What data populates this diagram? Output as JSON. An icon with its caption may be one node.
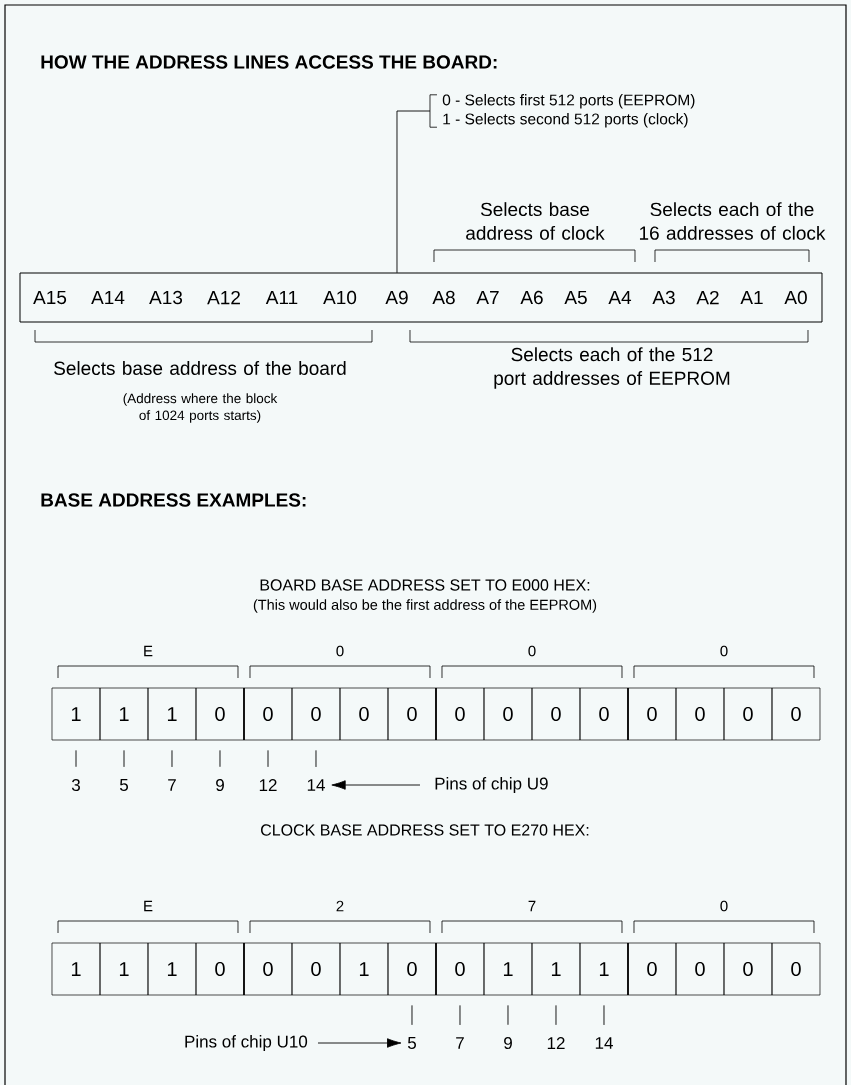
{
  "diagram": {
    "title": "HOW THE ADDRESS LINES ACCESS THE BOARD:",
    "nodes": [
      {
        "text": [
          "0 - Selects first 512 ports (EEPROM)",
          "1 - Selects second 512 ports (clock)"
        ]
      },
      {
        "text": [],
        "shape": "box"
      },
      {
        "text": [
          "A15"
        ],
        "in": 1
      },
      {
        "text": [
          "A14"
        ],
        "in": 1
      },
      {
        "text": [
          "A13"
        ],
        "in": 1
      },
      {
        "text": [
          "A12"
        ],
        "in": 1
      },
      {
        "text": [
          "A11"
        ],
        "in": 1
      },
      {
        "text": [
          "A10"
        ],
        "in": 1
      },
      {
        "text": [
          "A9"
        ],
        "in": 1
      },
      {
        "text": [
          "A8"
        ],
        "in": 1
      },
      {
        "text": [
          "A7"
        ],
        "in": 1
      },
      {
        "text": [
          "A6"
        ],
        "in": 1
      },
      {
        "text": [
          "A5"
        ],
        "in": 1
      },
      {
        "text": [
          "A4"
        ],
        "in": 1
      },
      {
        "text": [
          "A3"
        ],
        "in": 1
      },
      {
        "text": [
          "A2"
        ],
        "in": 1
      },
      {
        "text": [
          "A1"
        ],
        "in": 1
      },
      {
        "text": [
          "A0"
        ],
        "in": 1
      },
      {
        "text": [
          "1"
        ]
      },
      {
        "text": [
          "1"
        ]
      },
      {
        "text": [
          "1"
        ]
      },
      {
        "text": [
          "0"
        ]
      },
      {
        "text": [
          "0"
        ]
      },
      {
        "text": [
          "0"
        ]
      },
      {
        "text": [
          "0"
        ]
      },
      {
        "text": [
          "0"
        ]
      },
      {
        "text": [
          "0"
        ]
      },
      {
        "text": [
          "0"
        ]
      },
      {
        "text": [
          "0"
        ]
      },
      {
        "text": [
          "0"
        ]
      },
      {
        "text": [
          "0"
        ]
      },
      {
        "text": [
          "0"
        ]
      },
      {
        "text": [
          "0"
        ]
      },
      {
        "text": [
          "0"
        ]
      },
      {
        "text": [
          "3"
        ]
      },
      {
        "text": [
          "5"
        ]
      },
      {
        "text": [
          "7"
        ]
      },
      {
        "text": [
          "9"
        ]
      },
      {
        "text": [
          "12"
        ]
      },
      {
        "text": [
          "14"
        ]
      },
      {
        "text": [
          "Pins of chip U9"
        ]
      },
      {
        "text": [
          "1"
        ]
      },
      {
        "text": [
          "1"
        ]
      },
      {
        "text": [
          "1"
        ]
      },
      {
        "text": [
          "0"
        ]
      },
      {
        "text": [
          "0"
        ]
      },
      {
        "text": [
          "0"
        ]
      },
      {
        "text": [
          "1"
        ]
      },
      {
        "text": [
          "0"
        ]
      },
      {
        "text": [
          "0"
        ]
      },
      {
        "text": [
          "1"
        ]
      },
      {
        "text": [
          "1"
        ]
      },
      {
        "text": [
          "1"
        ]
      },
      {
        "text": [
          "0"
        ]
      },
      {
        "text": [
          "0"
        ]
      },
      {
        "text": [
          "0"
        ]
      },
      {
        "text": [
          "0"
        ]
      },
      {
        "text": [
          "Pins of chip U10"
        ]
      },
      {
        "text": [
          "5"
        ]
      },
      {
        "text": [
          "7"
        ]
      },
      {
        "text": [
          "9"
        ]
      },
      {
        "text": [
          "12"
        ]
      },
      {
        "text": [
          "14"
        ]
      }
    ],
    "edges": [
      {
        "from": 0,
        "to": 8,
        "arrow": "none"
      },
      {
        "from": 34,
        "to": 18,
        "arrow": "none"
      },
      {
        "from": 35,
        "to": 19,
        "arrow": "none"
      },
      {
        "from": 36,
        "to": 20,
        "arrow": "none"
      },
      {
        "from": 37,
        "to": 21,
        "arrow": "none"
      },
      {
        "from": 38,
        "to": 22,
        "arrow": "none"
      },
      {
        "from": 39,
        "to": 23,
        "arrow": "none"
      },
      {
        "from": 40,
        "to": 39,
        "arrow": "to"
      },
      {
        "from": 58,
        "to": 48,
        "arrow": "none"
      },
      {
        "from": 59,
        "to": 49,
        "arrow": "none"
      },
      {
        "from": 60,
        "to": 50,
        "arrow": "none"
      },
      {
        "from": 61,
        "to": 51,
        "arrow": "none"
      },
      {
        "from": 62,
        "to": 52,
        "arrow": "none"
      },
      {
        "from": 57,
        "to": 58,
        "arrow": "to"
      }
    ],
    "labels": [
      "Selects base address of clock",
      "Selects each of the 16 addresses of clock",
      "Selects base address of the board",
      "(Address where the block of 1024 ports starts)",
      "Selects each of the 512 port addresses of EEPROM",
      "BASE ADDRESS EXAMPLES:",
      "BOARD BASE ADDRESS SET TO E000 HEX:",
      "(This would also be the first address of the EEPROM)",
      "E",
      "0",
      "0",
      "0",
      "CLOCK BASE ADDRESS SET TO E270 HEX:",
      "E",
      "2",
      "7",
      "0"
    ]
  }
}
